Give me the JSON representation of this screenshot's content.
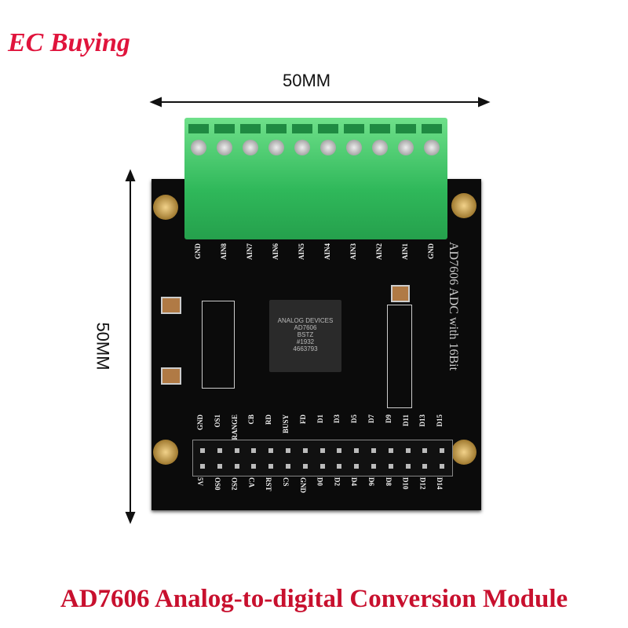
{
  "brand": "EC Buying",
  "dimensions": {
    "width": "50MM",
    "height": "50MM"
  },
  "title": "AD7606 Analog-to-digital Conversion Module",
  "board": {
    "side_text": "AD7606 ADC with 16Bit",
    "terminal_labels": [
      "GND",
      "AIN8",
      "AIN7",
      "AIN6",
      "AIN5",
      "AIN4",
      "AIN3",
      "AIN2",
      "AIN1",
      "GND"
    ],
    "chip": {
      "brand": "ANALOG DEVICES",
      "part": "AD7606",
      "suffix": "BSTZ",
      "lot": "#1932",
      "code": "4663793"
    },
    "header_top": [
      "GND",
      "OS1",
      "RANGE",
      "CB",
      "RD",
      "BUSY",
      "FD",
      "D1",
      "D3",
      "D5",
      "D7",
      "D9",
      "D11",
      "D13",
      "D15"
    ],
    "header_bottom": [
      "5V",
      "OS0",
      "OS2",
      "CA",
      "RST",
      "CS",
      "GND",
      "D0",
      "D2",
      "D4",
      "D6",
      "D8",
      "D10",
      "D12",
      "D14"
    ]
  }
}
